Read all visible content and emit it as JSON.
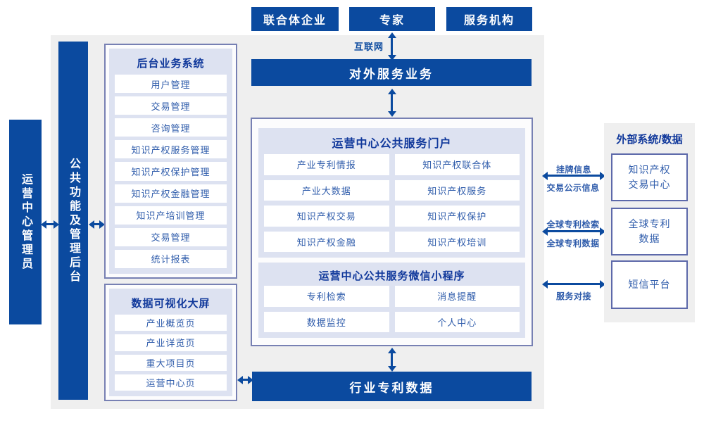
{
  "colors": {
    "primary_blue": "#0b4a9f",
    "title_navy": "#10389b",
    "item_text_blue": "#2f5cab",
    "panel_lavender": "#dde2f1",
    "frame_border": "#7780b3",
    "background_gray": "#efefef"
  },
  "actors": {
    "items": [
      "联合体企业",
      "专家",
      "服务机构"
    ]
  },
  "internet": {
    "label": "互联网"
  },
  "left_rails": {
    "operator": "运营中心管理员",
    "admin_backend": "公共功能及管理后台"
  },
  "external_service_bar": {
    "label": "对外服务业务"
  },
  "backend_system": {
    "title": "后台业务系统",
    "items": [
      "用户管理",
      "交易管理",
      "咨询管理",
      "知识产权服务管理",
      "知识产权保护管理",
      "知识产权金融管理",
      "知识产培训管理",
      "交易管理",
      "统计报表"
    ]
  },
  "data_screen": {
    "title": "数据可视化大屏",
    "items": [
      "产业概览页",
      "产业详览页",
      "重大项目页",
      "运营中心页"
    ]
  },
  "portal": {
    "title": "运营中心公共服务门户",
    "items": [
      "产业专利情报",
      "知识产权联合体",
      "产业大数据",
      "知识产权服务",
      "知识产权交易",
      "知识产权保护",
      "知识产权金融",
      "知识产权培训"
    ]
  },
  "miniprogram": {
    "title": "运营中心公共服务微信小程序",
    "items": [
      "专利检索",
      "消息提醒",
      "数据监控",
      "个人中心"
    ]
  },
  "industry_data_bar": {
    "label": "行业专利数据"
  },
  "external_systems": {
    "title": "外部系统/数据",
    "boxes": [
      "知识产权\n交易中心",
      "全球专利\n数据",
      "短信平台"
    ]
  },
  "links": {
    "listing": {
      "top": "挂牌信息",
      "bottom": "交易公示信息"
    },
    "global_patent": {
      "top": "全球专利检索",
      "bottom": "全球专利数据"
    },
    "service": {
      "bottom": "服务对接"
    }
  }
}
